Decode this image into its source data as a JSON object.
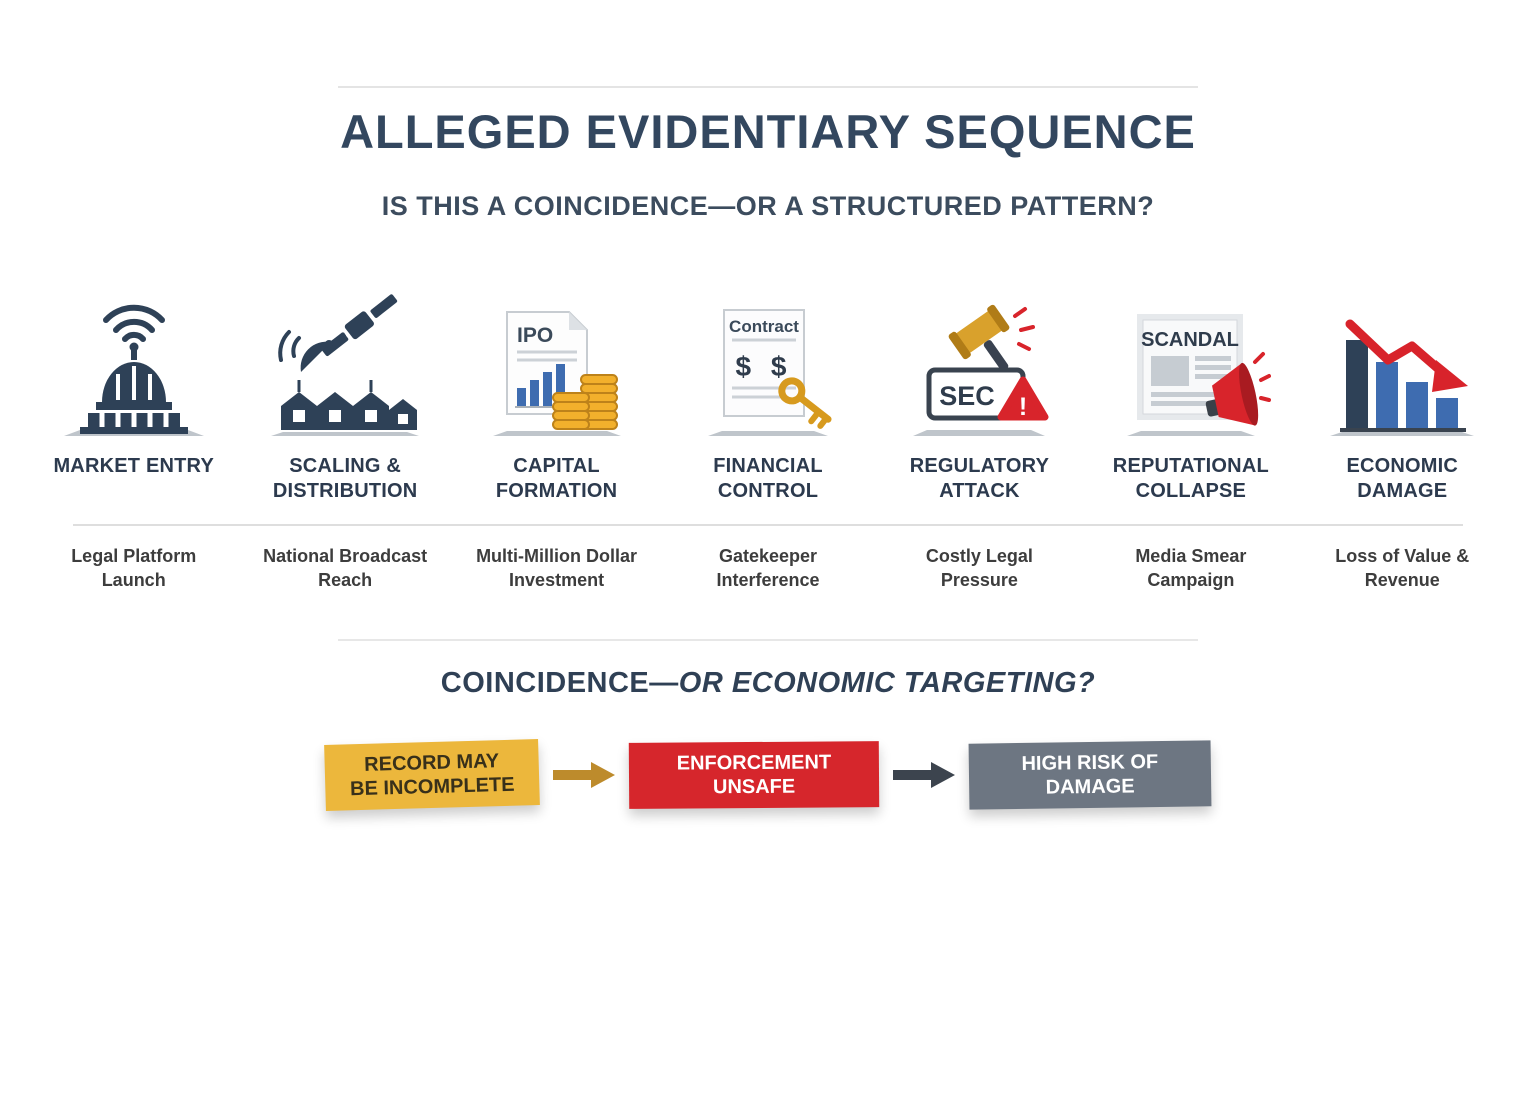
{
  "header": {
    "title": "ALLEGED EVIDENTIARY SEQUENCE",
    "subtitle": "IS THIS A COINCIDENCE—OR A STRUCTURED PATTERN?"
  },
  "sequence": {
    "steps": [
      {
        "icon": "capitol-broadcast-icon",
        "title": "MARKET ENTRY",
        "description": "Legal Platform Launch"
      },
      {
        "icon": "satellite-distribution-icon",
        "title": "SCALING & DISTRIBUTION",
        "description": "National Broadcast Reach"
      },
      {
        "icon": "ipo-document-coins-icon",
        "icon_text": "IPO",
        "title": "CAPITAL FORMATION",
        "description": "Multi-Million Dollar Investment"
      },
      {
        "icon": "contract-key-icon",
        "icon_text": "Contract",
        "icon_symbol": "$ $",
        "title": "FINANCIAL CONTROL",
        "description": "Gatekeeper Interference"
      },
      {
        "icon": "gavel-sec-warning-icon",
        "icon_text": "SEC",
        "icon_warning": "!",
        "title": "REGULATORY ATTACK",
        "description": "Costly Legal Pressure"
      },
      {
        "icon": "scandal-newspaper-megaphone-icon",
        "icon_text": "SCANDAL",
        "title": "REPUTATIONAL COLLAPSE",
        "description": "Media Smear Campaign"
      },
      {
        "icon": "declining-bar-chart-icon",
        "title": "ECONOMIC DAMAGE",
        "description": "Loss of Value & Revenue"
      }
    ]
  },
  "question": {
    "part1": "COINCIDENCE—",
    "part2": "OR ECONOMIC TARGETING?"
  },
  "conclusion": {
    "boxes": [
      {
        "label": "RECORD MAY BE INCOMPLETE",
        "color": "#ecb73c"
      },
      {
        "label": "ENFORCEMENT UNSAFE",
        "color": "#d6262c"
      },
      {
        "label": "HIGH RISK OF DAMAGE",
        "color": "#6d7682"
      }
    ],
    "arrow_colors": [
      "#bd8b2c",
      "#3c444e"
    ]
  }
}
